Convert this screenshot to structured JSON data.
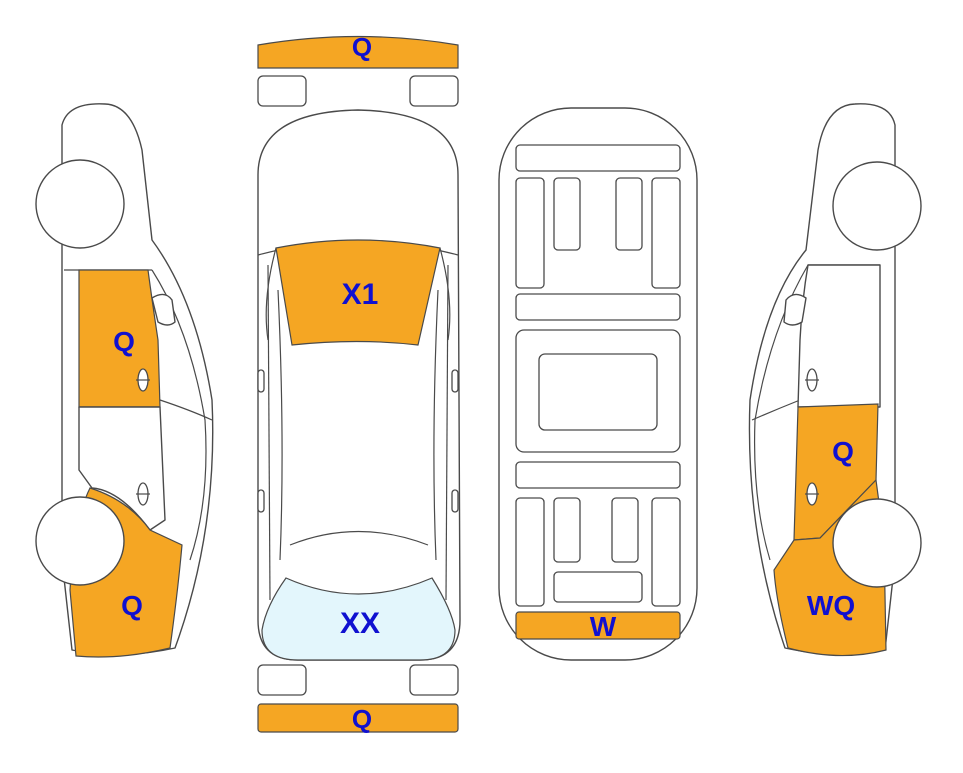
{
  "colors": {
    "damage_fill": "#f5a623",
    "glass_fill": "#e3f6fc",
    "outline": "#4a4a4a",
    "code_text": "#1010d0"
  },
  "codes": {
    "front_bumper": "Q",
    "windshield": "X1",
    "rear_window": "XX",
    "rear_bumper": "Q",
    "underbody_rear": "W",
    "left_front_door": "Q",
    "left_rear_quarter": "Q",
    "right_rear_door": "Q",
    "right_rear_quarter": "WQ"
  }
}
